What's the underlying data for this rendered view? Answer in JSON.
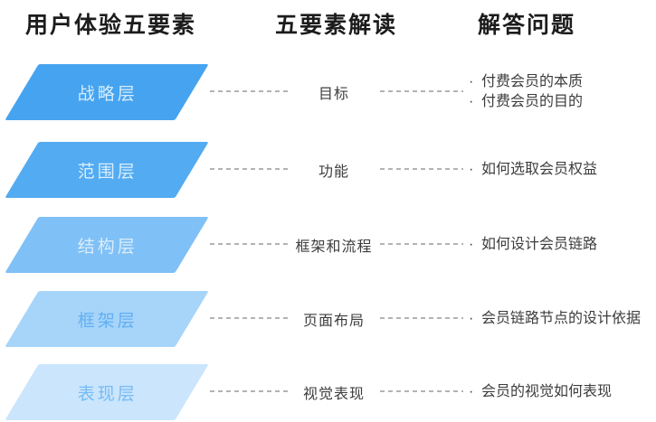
{
  "headers": [
    {
      "label": "用户体验五要素"
    },
    {
      "label": "五要素解读"
    },
    {
      "label": "解答问题"
    }
  ],
  "rows": [
    {
      "layer": "战略层",
      "interpretation": "目标",
      "questions": [
        "付费会员的本质",
        "付费会员的目的"
      ],
      "shape_color": "#46a3f0",
      "label_color": "#d6edfb"
    },
    {
      "layer": "范围层",
      "interpretation": "功能",
      "questions": [
        "如何选取会员权益"
      ],
      "shape_color": "#53abf2",
      "label_color": "#d8eefc"
    },
    {
      "layer": "结构层",
      "interpretation": "框架和流程",
      "questions": [
        "如何设计会员链路"
      ],
      "shape_color": "#7fc0f6",
      "label_color": "#daedfc"
    },
    {
      "layer": "框架层",
      "interpretation": "页面布局",
      "questions": [
        "会员链路节点的设计依据"
      ],
      "shape_color": "#a7d4f9",
      "label_color": "#61b0f3"
    },
    {
      "layer": "表现层",
      "interpretation": "视觉表现",
      "questions": [
        "会员的视觉如何表现"
      ],
      "shape_color": "#cae5fc",
      "label_color": "#76bbf5"
    }
  ],
  "bullet": "·",
  "dash_color": "#b3b3b3"
}
